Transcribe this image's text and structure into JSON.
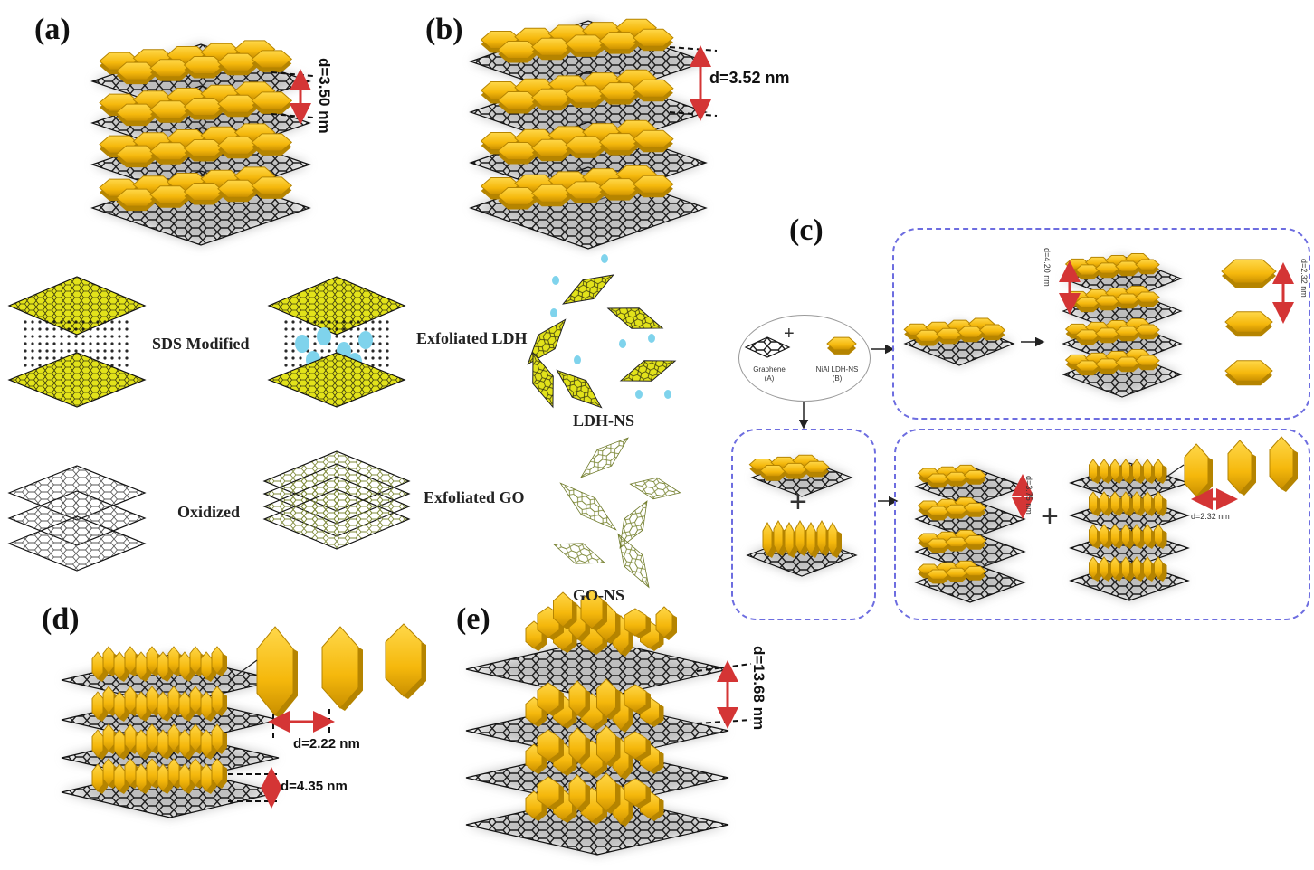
{
  "panels": {
    "a": {
      "label": "(a)",
      "spacing": "d=3.50 nm"
    },
    "b": {
      "label": "(b)",
      "spacing": "d=3.52 nm"
    },
    "c": {
      "label": "(c)",
      "graphene_label": "Graphene (A)",
      "ldh_label": "NiAl LDH-NS (B)",
      "spacing_top_left": "d=4.20 nm",
      "spacing_top_right": "d=2.32 nm",
      "spacing_bottom_left": "d=3.75 nm",
      "spacing_bottom_right": "d=2.32 nm",
      "plus_symbol": "+"
    },
    "d": {
      "label": "(d)",
      "spacing_lateral": "d=2.22 nm",
      "spacing_interlayer": "d=4.35 nm"
    },
    "e": {
      "label": "(e)",
      "spacing": "d=13.68 nm"
    }
  },
  "process": {
    "sds_modified": "SDS Modified",
    "exfoliated_ldh": "Exfoliated LDH",
    "ldh_ns": "LDH-NS",
    "oxidized": "Oxidized",
    "exfoliated_go": "Exfoliated GO",
    "go_ns": "GO-NS"
  },
  "colors": {
    "hexagon_gold": "#f5b80c",
    "hexagon_edge": "#b58400",
    "graphene_dark": "#1d1d1d",
    "sds_blue": "#7fd3ec",
    "ldh_yellow": "#e2e21a",
    "go_green": "#c8d86a",
    "dashbox_blue": "#6d6de0",
    "arrow_red": "#d43535"
  }
}
